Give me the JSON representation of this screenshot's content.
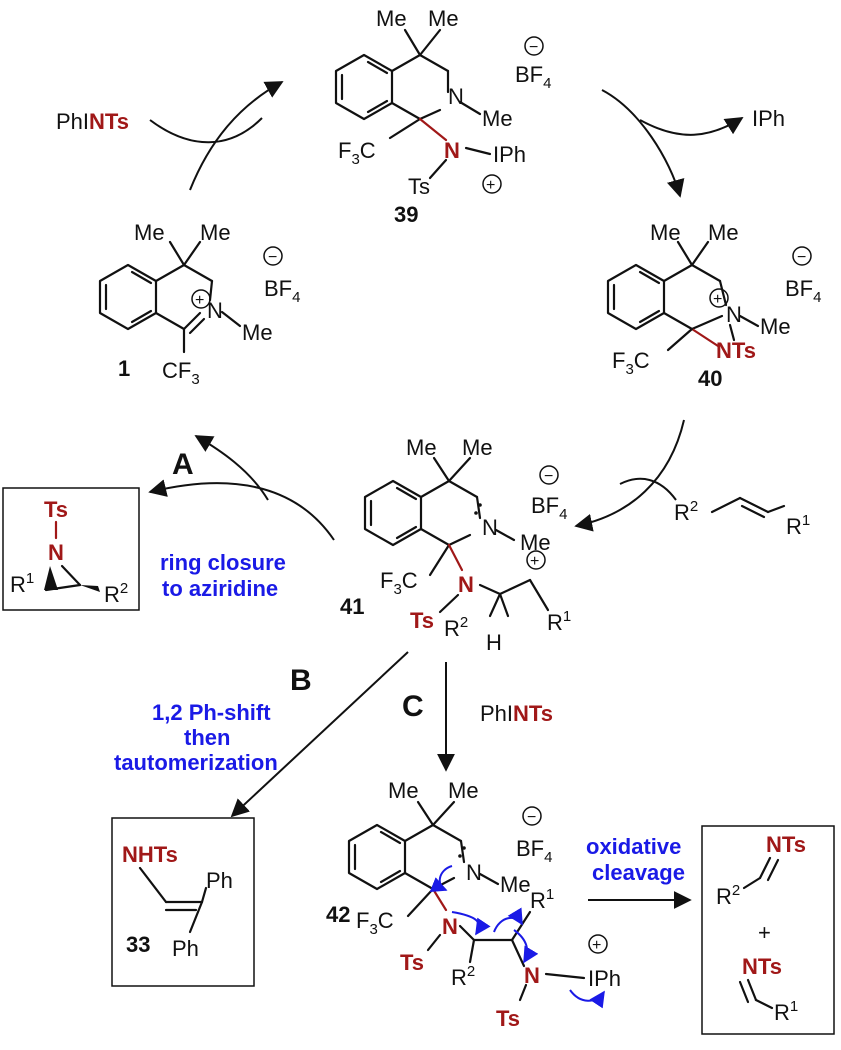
{
  "compounds": {
    "c1": "1",
    "c39": "39",
    "c40": "40",
    "c41": "41",
    "c42": "42",
    "c33": "33"
  },
  "groups": {
    "me": "Me",
    "cf3": "CF",
    "f3c": "F",
    "c_after_f3": "C",
    "three": "3",
    "bf": "BF",
    "four": "4",
    "ts": "Ts",
    "n": "N",
    "iph": "IPh",
    "ph": "Ph",
    "h": "H",
    "r": "R",
    "one": "1",
    "two": "2",
    "nts": "NTs",
    "nhts": "NHTs",
    "dash_me": "–Me",
    "plus": "+",
    "minus": "−"
  },
  "reagents": {
    "phints_prefix": "PhI",
    "phints_suffix": "NTs",
    "iph_out": "IPh"
  },
  "pathways": {
    "a": "A",
    "b": "B",
    "c": "C"
  },
  "labels": {
    "ring_closure_1": "ring closure",
    "ring_closure_2": "to aziridine",
    "ph_shift_1": "1,2 Ph-shift",
    "ph_shift_2": "then",
    "ph_shift_3": "tautomerization",
    "oxidative_1": "oxidative",
    "oxidative_2": "cleavage"
  }
}
